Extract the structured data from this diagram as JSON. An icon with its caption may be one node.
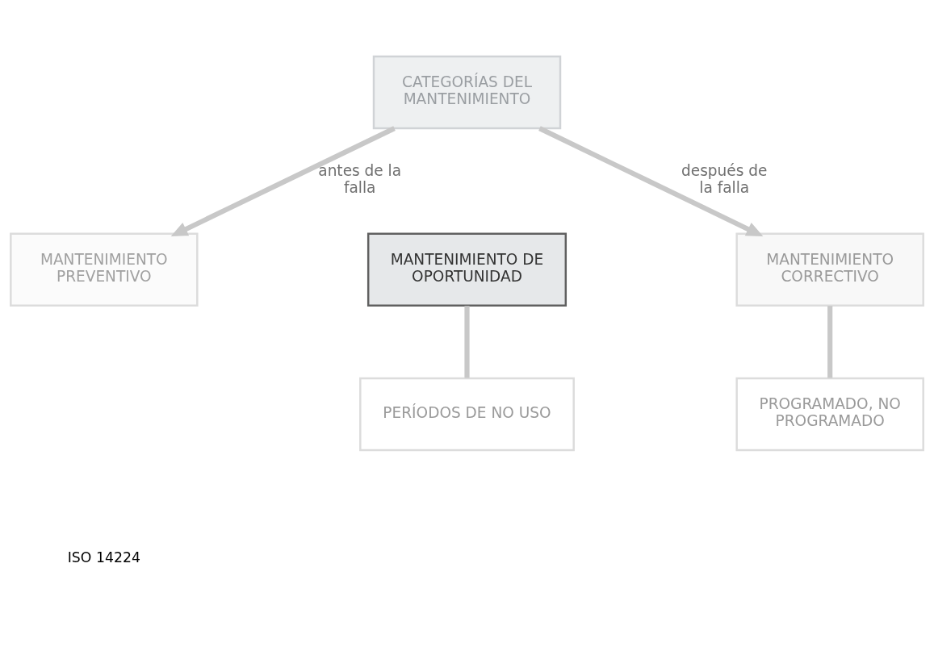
{
  "diagram": {
    "nodes": [
      {
        "text": [
          "CATEGORÍAS DEL MANTENIMIENTO"
        ]
      },
      {
        "text": [
          "MANTENIMIENTO PREVENTIVO"
        ]
      },
      {
        "text": [
          "MANTENIMIENTO DE OPORTUNIDAD"
        ]
      },
      {
        "text": [
          "MANTENIMIENTO CORRECTIVO"
        ]
      },
      {
        "text": [
          "PERÍODOS DE NO USO"
        ]
      },
      {
        "text": [
          "PROGRAMADO, NO PROGRAMADO"
        ]
      }
    ],
    "edges": [
      {
        "from": 0,
        "to": 1,
        "arrow": "to",
        "label": "antes de la falla"
      },
      {
        "from": 0,
        "to": 3,
        "arrow": "to",
        "label": "después de la falla"
      },
      {
        "from": 2,
        "to": 4,
        "arrow": "none"
      },
      {
        "from": 3,
        "to": 5,
        "arrow": "none"
      }
    ],
    "labels": [
      "ISO 14224"
    ]
  }
}
